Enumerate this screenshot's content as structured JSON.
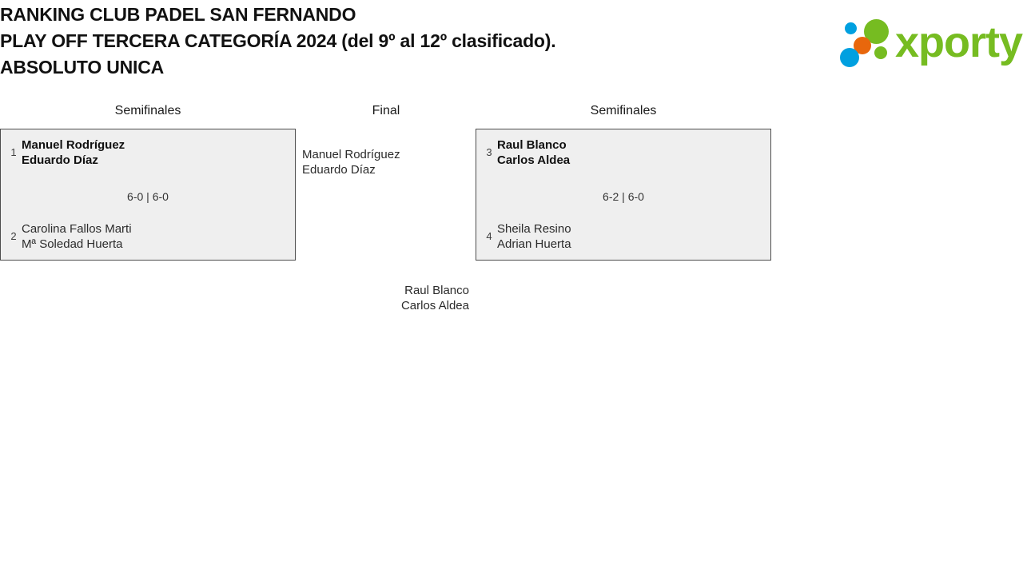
{
  "header": {
    "title_lines": [
      "RANKING CLUB PADEL SAN FERNANDO",
      "PLAY OFF TERCERA CATEGORÍA 2024 (del 9º al 12º clasificado).",
      "ABSOLUTO UNICA"
    ],
    "logo": {
      "wordmark": "xporty",
      "green": "#76bc21",
      "blue": "#00a0e0",
      "orange": "#e8670c"
    }
  },
  "bracket": {
    "rounds": {
      "left_semifinal": "Semifinales",
      "final": "Final",
      "right_semifinal": "Semifinales"
    },
    "matches": {
      "left": {
        "top": {
          "seed": "1",
          "player1": "Manuel Rodríguez",
          "player2": "Eduardo Díaz",
          "result": "winner"
        },
        "bottom": {
          "seed": "2",
          "player1": "Carolina Fallos Marti",
          "player2": "Mª Soledad Huerta",
          "result": "loser"
        },
        "score": "6-0 | 6-0"
      },
      "right": {
        "top": {
          "seed": "3",
          "player1": "Raul Blanco",
          "player2": "Carlos Aldea",
          "result": "winner"
        },
        "bottom": {
          "seed": "4",
          "player1": "Sheila Resino",
          "player2": "Adrian Huerta",
          "result": "loser"
        },
        "score": "6-2 | 6-0"
      }
    },
    "finalists": {
      "left": {
        "player1": "Manuel Rodríguez",
        "player2": "Eduardo Díaz"
      },
      "right": {
        "player1": "Raul Blanco",
        "player2": "Carlos Aldea"
      }
    }
  }
}
